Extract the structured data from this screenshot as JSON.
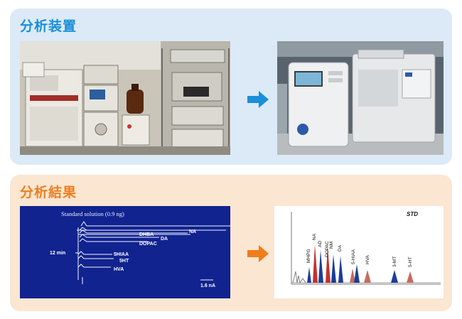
{
  "sections": {
    "equipment": {
      "title": "分析装置"
    },
    "results": {
      "title": "分析結果"
    }
  },
  "legacy_chromatogram": {
    "title": "Standard solution (0.9 ng)",
    "time_marker": "12 min",
    "scale_bar": "1.6 nA",
    "peaks": [
      "NA",
      "DHBA",
      "DA",
      "DOPAC",
      "5HIAA",
      "5HT",
      "HVA"
    ]
  },
  "modern_chromatogram": {
    "title": "STD",
    "peaks": [
      "MHPG",
      "NA",
      "AD",
      "DOPAC",
      "NM",
      "DA",
      "5-HIAA",
      "HVA",
      "3-MT",
      "5-HT"
    ]
  },
  "colors": {
    "equipment_title": "#1a8fd8",
    "results_title": "#f07d1c",
    "arrow_blue": "#1a8fd8",
    "arrow_orange": "#f07d1c"
  }
}
